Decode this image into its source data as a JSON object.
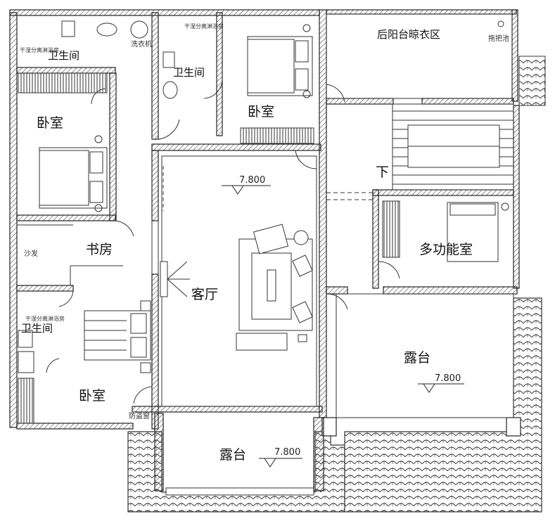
{
  "rooms": {
    "bath_top_left": "卫生间",
    "bath_top_mid": "卫生间",
    "bedroom_top_left": "卧室",
    "bedroom_top_mid": "卧室",
    "back_balcony": "后阳台晾衣区",
    "down": "下",
    "study": "书房",
    "sofa": "沙发",
    "living_room": "客厅",
    "multi_room": "多功能室",
    "bath_bottom_left": "卫生间",
    "bedroom_bottom_left": "卧室",
    "terrace_right": "露台",
    "terrace_bottom": "露台"
  },
  "notes": {
    "washer": "洗衣机",
    "mop_pool": "拖把池",
    "anti_theft": "防盗窗",
    "fixture_note": "干湿分离淋浴房"
  },
  "elevations": {
    "living": "7.800",
    "terrace_right": "7.800",
    "terrace_bottom": "7.800"
  },
  "colors": {
    "wall": "#222222",
    "hatch": "#444444",
    "line": "#333333"
  }
}
